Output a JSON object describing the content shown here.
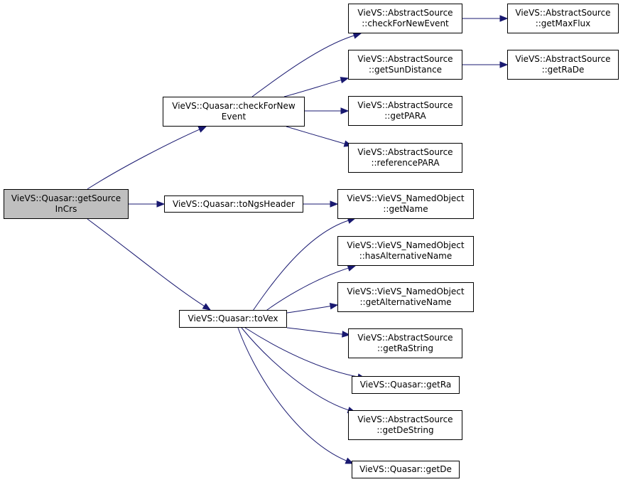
{
  "colors": {
    "edge": "#191970",
    "root_fill": "#bfbfbf",
    "node_fill": "#ffffff",
    "border": "#000000"
  },
  "nodes": {
    "root": [
      "VieVS::Quasar::getSource",
      "InCrs"
    ],
    "checkForNewEvent": [
      "VieVS::Quasar::checkForNew",
      "Event"
    ],
    "toNgsHeader": [
      "VieVS::Quasar::toNgsHeader"
    ],
    "toVex": [
      "VieVS::Quasar::toVex"
    ],
    "absCheckForNewEvent": [
      "VieVS::AbstractSource",
      "::checkForNewEvent"
    ],
    "absGetMaxFlux": [
      "VieVS::AbstractSource",
      "::getMaxFlux"
    ],
    "absGetSunDistance": [
      "VieVS::AbstractSource",
      "::getSunDistance"
    ],
    "absGetRaDe": [
      "VieVS::AbstractSource",
      "::getRaDe"
    ],
    "absGetPARA": [
      "VieVS::AbstractSource",
      "::getPARA"
    ],
    "absReferencePARA": [
      "VieVS::AbstractSource",
      "::referencePARA"
    ],
    "namedGetName": [
      "VieVS::VieVS_NamedObject",
      "::getName"
    ],
    "namedHasAlternativeName": [
      "VieVS::VieVS_NamedObject",
      "::hasAlternativeName"
    ],
    "namedGetAlternativeName": [
      "VieVS::VieVS_NamedObject",
      "::getAlternativeName"
    ],
    "absGetRaString": [
      "VieVS::AbstractSource",
      "::getRaString"
    ],
    "quasarGetRa": [
      "VieVS::Quasar::getRa"
    ],
    "absGetDeString": [
      "VieVS::AbstractSource",
      "::getDeString"
    ],
    "quasarGetDe": [
      "VieVS::Quasar::getDe"
    ]
  },
  "edges": [
    [
      "root",
      "checkForNewEvent"
    ],
    [
      "root",
      "toNgsHeader"
    ],
    [
      "root",
      "toVex"
    ],
    [
      "checkForNewEvent",
      "absCheckForNewEvent"
    ],
    [
      "checkForNewEvent",
      "absGetSunDistance"
    ],
    [
      "checkForNewEvent",
      "absGetPARA"
    ],
    [
      "checkForNewEvent",
      "absReferencePARA"
    ],
    [
      "absCheckForNewEvent",
      "absGetMaxFlux"
    ],
    [
      "absGetSunDistance",
      "absGetRaDe"
    ],
    [
      "toNgsHeader",
      "namedGetName"
    ],
    [
      "toVex",
      "namedGetName"
    ],
    [
      "toVex",
      "namedHasAlternativeName"
    ],
    [
      "toVex",
      "namedGetAlternativeName"
    ],
    [
      "toVex",
      "absGetRaString"
    ],
    [
      "toVex",
      "quasarGetRa"
    ],
    [
      "toVex",
      "absGetDeString"
    ],
    [
      "toVex",
      "quasarGetDe"
    ]
  ]
}
